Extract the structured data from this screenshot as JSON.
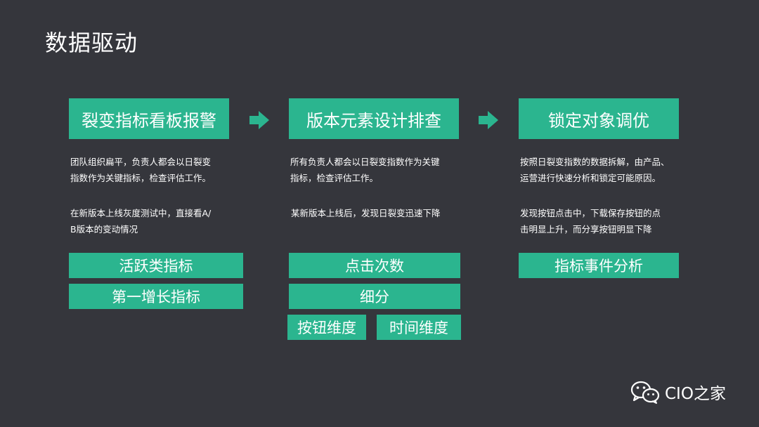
{
  "title": "数据驱动",
  "columns": [
    {
      "heading": "裂变指标看板报警",
      "desc1": [
        "团队组织扁平，负责人都会以日裂变",
        "指数作为关键指标，检查评估工作。"
      ],
      "desc2": [
        "在新版本上线灰度测试中，直接看A/",
        "B版本的变动情况"
      ],
      "tags": [
        "活跃类指标",
        "第一增长指标"
      ]
    },
    {
      "heading": "版本元素设计排查",
      "desc1": [
        "所有负责人都会以日裂变指数作为关键",
        "指标，检查评估工作。"
      ],
      "desc2": [
        "某新版本上线后，发现日裂变迅速下降"
      ],
      "tags": [
        "点击次数",
        "细分",
        "按钮维度",
        "时间维度"
      ]
    },
    {
      "heading": "锁定对象调优",
      "desc1": [
        "按照日裂变指数的数据拆解，由产品、",
        "运营进行快速分析和锁定可能原因。"
      ],
      "desc2": [
        "发现按钮点击中，下载保存按钮的点",
        "击明显上升，而分享按钮明显下降"
      ],
      "tags": [
        "指标事件分析"
      ]
    }
  ],
  "logo": {
    "text": "CIO之家",
    "icon": "wechat-icon"
  },
  "colors": {
    "accent": "#2bb58f",
    "background": "#35363c"
  }
}
